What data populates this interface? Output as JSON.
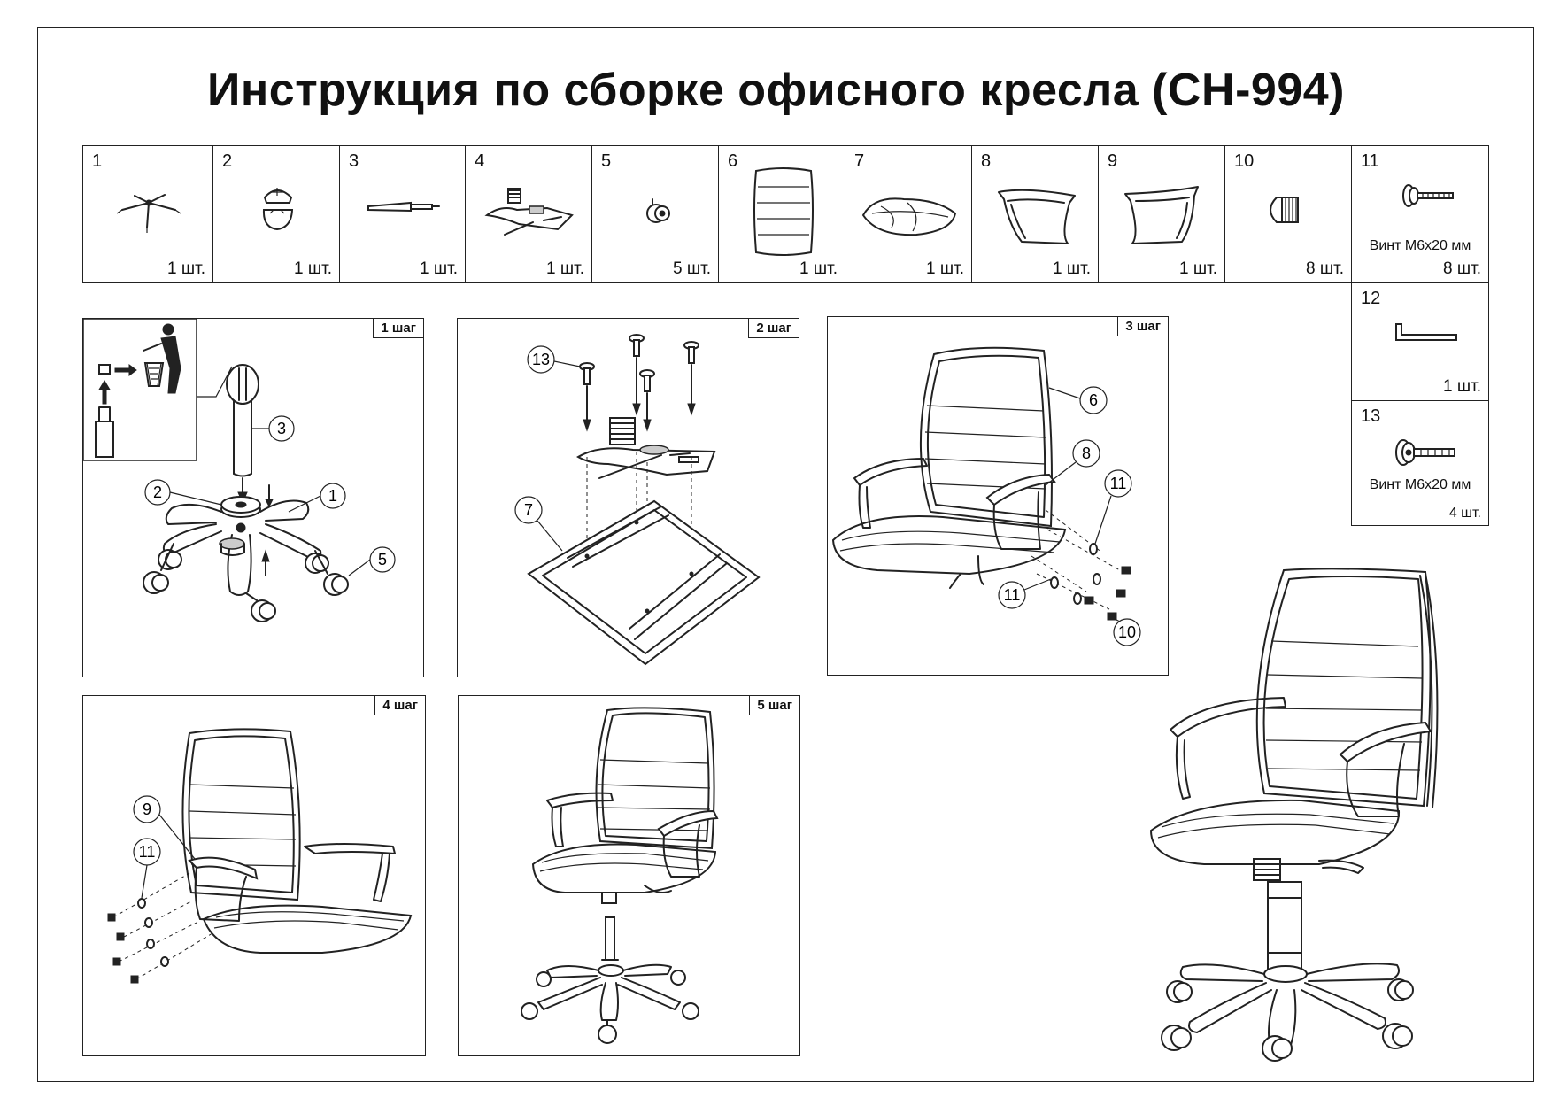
{
  "title": "Инструкция по сборке офисного кресла (CH-994)",
  "parts": [
    {
      "num": "1",
      "qty": "1 шт.",
      "icon": "star-base-icon"
    },
    {
      "num": "2",
      "qty": "1 шт.",
      "icon": "piastra-cover-icon"
    },
    {
      "num": "3",
      "qty": "1 шт.",
      "icon": "gas-lift-icon"
    },
    {
      "num": "4",
      "qty": "1 шт.",
      "icon": "mechanism-icon"
    },
    {
      "num": "5",
      "qty": "5 шт.",
      "icon": "caster-icon"
    },
    {
      "num": "6",
      "qty": "1 шт.",
      "icon": "backrest-icon"
    },
    {
      "num": "7",
      "qty": "1 шт.",
      "icon": "seat-icon"
    },
    {
      "num": "8",
      "qty": "1 шт.",
      "icon": "armrest-right-icon"
    },
    {
      "num": "9",
      "qty": "1 шт.",
      "icon": "armrest-left-icon"
    },
    {
      "num": "10",
      "qty": "8 шт.",
      "icon": "cap-nut-icon"
    },
    {
      "num": "11",
      "qty": "8 шт.",
      "desc": "Винт М6х20 мм",
      "icon": "screw-icon"
    },
    {
      "num": "12",
      "qty": "1 шт.",
      "icon": "hex-key-icon"
    },
    {
      "num": "13",
      "qty": "4 шт.",
      "desc": "Винт М6х20 мм",
      "icon": "screw-large-icon"
    }
  ],
  "steps": [
    {
      "label": "1 шаг",
      "callouts": [
        "3",
        "2",
        "1",
        "5"
      ]
    },
    {
      "label": "2 шаг",
      "callouts": [
        "13",
        "7"
      ]
    },
    {
      "label": "3 шаг",
      "callouts": [
        "6",
        "8",
        "11",
        "11",
        "10"
      ]
    },
    {
      "label": "4 шаг",
      "callouts": [
        "9",
        "11"
      ]
    },
    {
      "label": "5 шаг",
      "callouts": []
    }
  ]
}
